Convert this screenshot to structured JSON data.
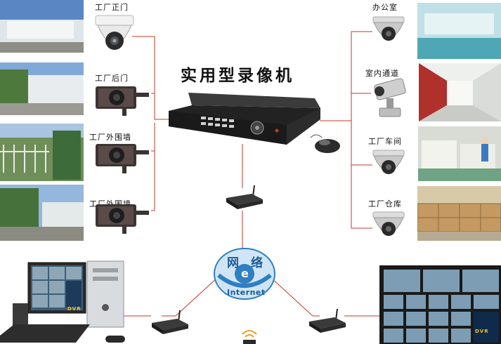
{
  "title": "实用型录像机",
  "cameras_left": [
    {
      "label": "工厂正门",
      "icon": "dome-camera-icon"
    },
    {
      "label": "工厂后门",
      "icon": "bullet-camera-icon"
    },
    {
      "label": "工厂外围墙",
      "icon": "bullet-camera-icon"
    },
    {
      "label": "工厂外围墙",
      "icon": "bullet-camera-icon"
    }
  ],
  "cameras_right": [
    {
      "label": "办公室",
      "icon": "dome-camera-icon"
    },
    {
      "label": "室内通道",
      "icon": "ptz-camera-icon"
    },
    {
      "label": "工厂车间",
      "icon": "dome-camera-icon"
    },
    {
      "label": "工厂仓库",
      "icon": "dome-camera-icon"
    }
  ],
  "internet": {
    "word1": "网",
    "word2": "络",
    "logo_letter": "e",
    "label": "Internet"
  },
  "monitor": {
    "dvr_text": "DVR"
  },
  "colors": {
    "line": "#c0392b",
    "globe": "#2f7fc1",
    "title": "#111111"
  }
}
